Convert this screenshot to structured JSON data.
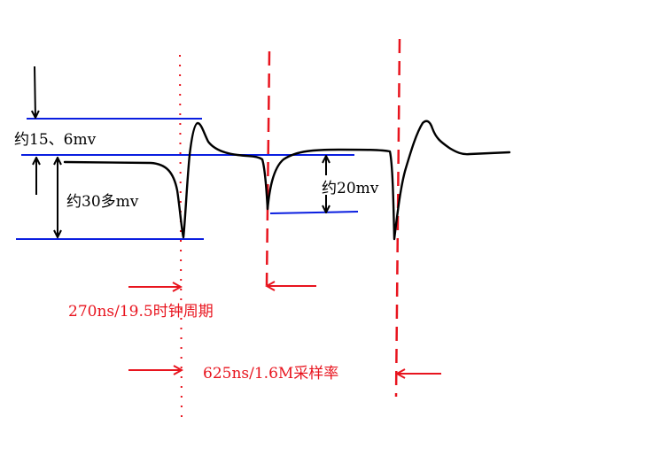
{
  "annotations": {
    "amp_top": "约15、6mv",
    "amp_main": "约30多mv",
    "amp_small": "约20mv",
    "period": "270ns/19.5时钟周期",
    "sample_rate": "625ns/1.6M采样率"
  },
  "colors": {
    "waveform": "#000000",
    "level_lines": "#0a1ee0",
    "markers": "#e8141e",
    "text": "#000000",
    "red_text": "#e8141e"
  }
}
